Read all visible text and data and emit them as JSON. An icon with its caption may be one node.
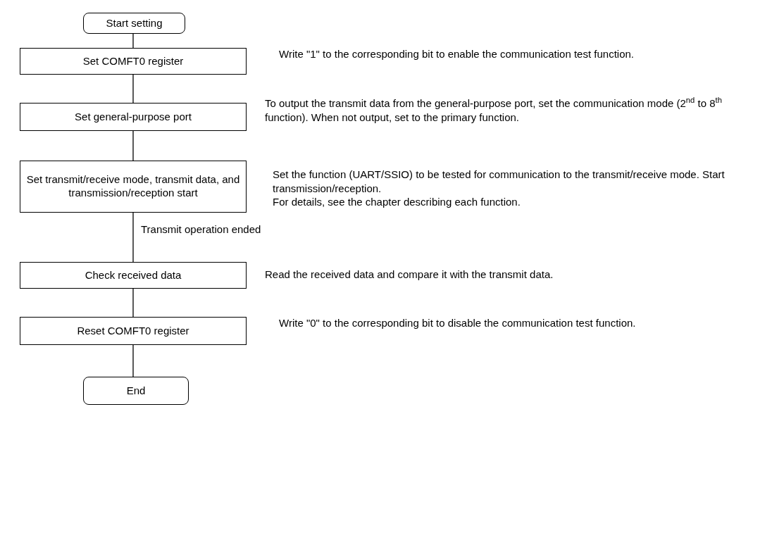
{
  "diagram": {
    "nodes": [
      {
        "text": [
          "Start setting"
        ]
      },
      {
        "text": [
          "Set COMFT0 register"
        ],
        "beside": [
          "Write \"1\" to the corresponding bit to enable the communication test function."
        ]
      },
      {
        "text": [
          "Set general-purpose port"
        ],
        "beside": [
          "To output the transmit data from the general-purpose port, set the communication mode (2$^{nd}$ to 8$^{th}$ function). When not output, set to the primary function."
        ]
      },
      {
        "text": [
          "Set transmit/receive mode, transmit data, and transmission/reception start"
        ],
        "beside": [
          "Set the function (UART/SSIO) to be tested for communication to the transmit/receive mode. Start transmission/reception.",
          "For details, see the chapter describing each function."
        ]
      },
      {
        "text": [
          "Check received data"
        ],
        "beside": [
          "Read the received data and compare it with the transmit data."
        ]
      },
      {
        "text": [
          "Reset COMFT0 register"
        ],
        "beside": [
          "Write \"0\" to the corresponding bit to disable the communication test function."
        ]
      },
      {
        "text": [
          "End"
        ]
      }
    ],
    "edges": [
      {
        "from": 0,
        "to": 1,
        "arrow": "none"
      },
      {
        "from": 1,
        "to": 2,
        "arrow": "none"
      },
      {
        "from": 2,
        "to": 3,
        "arrow": "none"
      },
      {
        "from": 3,
        "to": 4,
        "arrow": "none",
        "label": "Transmit operation ended"
      },
      {
        "from": 4,
        "to": 5,
        "arrow": "none"
      },
      {
        "from": 5,
        "to": 6,
        "arrow": "none"
      }
    ]
  }
}
